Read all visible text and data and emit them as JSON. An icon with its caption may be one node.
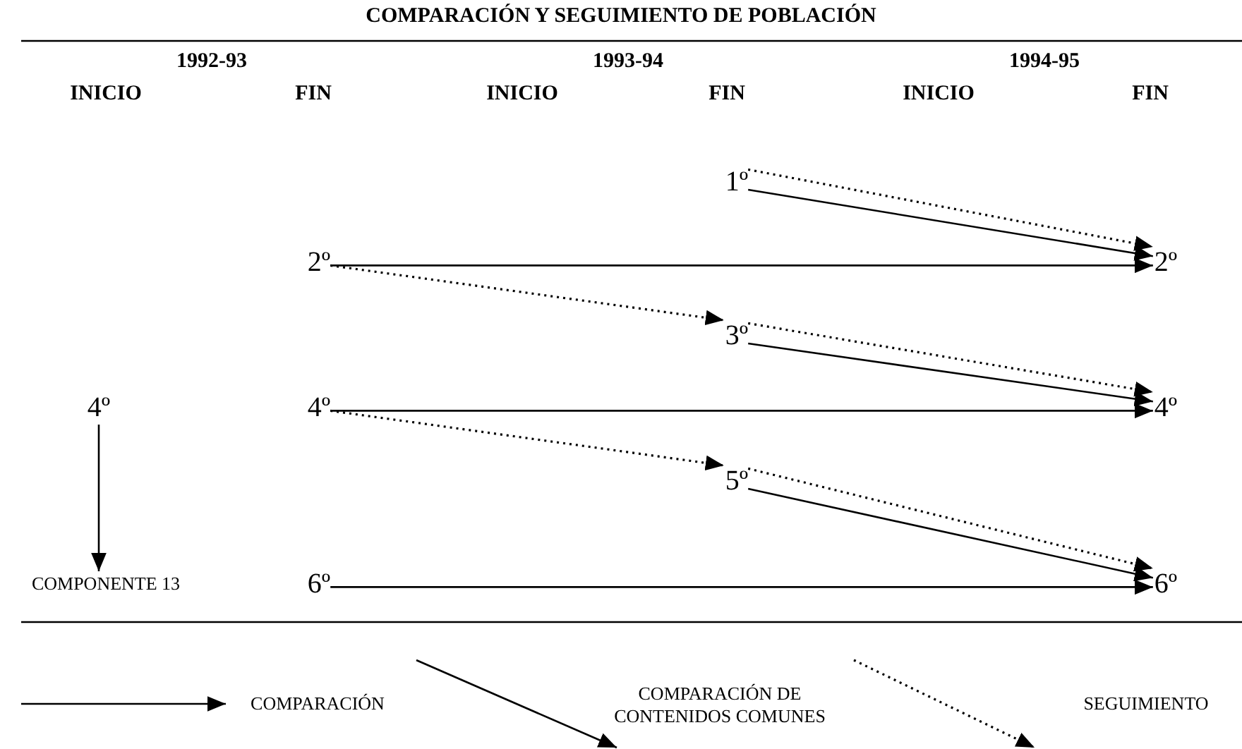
{
  "diagram": {
    "title": "COMPARACIÓN Y SEGUIMIENTO DE POBLACIÓN",
    "nodes": [
      {
        "text": [
          "1º"
        ]
      },
      {
        "text": [
          "2º"
        ]
      },
      {
        "text": [
          "2º"
        ]
      },
      {
        "text": [
          "3º"
        ]
      },
      {
        "text": [
          "4º"
        ]
      },
      {
        "text": [
          "4º"
        ]
      },
      {
        "text": [
          "4º"
        ]
      },
      {
        "text": [
          "5º"
        ]
      },
      {
        "text": [
          "COMPONENTE 13"
        ]
      },
      {
        "text": [
          "6º"
        ]
      },
      {
        "text": [
          "6º"
        ]
      }
    ],
    "edges": [
      {
        "from": 0,
        "to": 2,
        "arrow": "to",
        "style": "dashed"
      },
      {
        "from": 0,
        "to": 2,
        "arrow": "to"
      },
      {
        "from": 1,
        "to": 2,
        "arrow": "to"
      },
      {
        "from": 1,
        "to": 3,
        "arrow": "to",
        "style": "dashed"
      },
      {
        "from": 3,
        "to": 6,
        "arrow": "to",
        "style": "dashed"
      },
      {
        "from": 3,
        "to": 6,
        "arrow": "to"
      },
      {
        "from": 5,
        "to": 6,
        "arrow": "to"
      },
      {
        "from": 5,
        "to": 7,
        "arrow": "to",
        "style": "dashed"
      },
      {
        "from": 4,
        "to": 8,
        "arrow": "to"
      },
      {
        "from": 7,
        "to": 10,
        "arrow": "to",
        "style": "dashed"
      },
      {
        "from": 7,
        "to": 10,
        "arrow": "to"
      },
      {
        "from": 9,
        "to": 10,
        "arrow": "to"
      }
    ],
    "labels": [
      "1992-93",
      "1993-94",
      "1994-95",
      "INICIO",
      "FIN",
      "INICIO",
      "FIN",
      "INICIO",
      "FIN"
    ],
    "legend": [
      {
        "text": "COMPARACIÓN"
      },
      {
        "text": "COMPARACIÓN DE CONTENIDOS COMUNES"
      },
      {
        "text": "SEGUIMIENTO"
      }
    ]
  }
}
